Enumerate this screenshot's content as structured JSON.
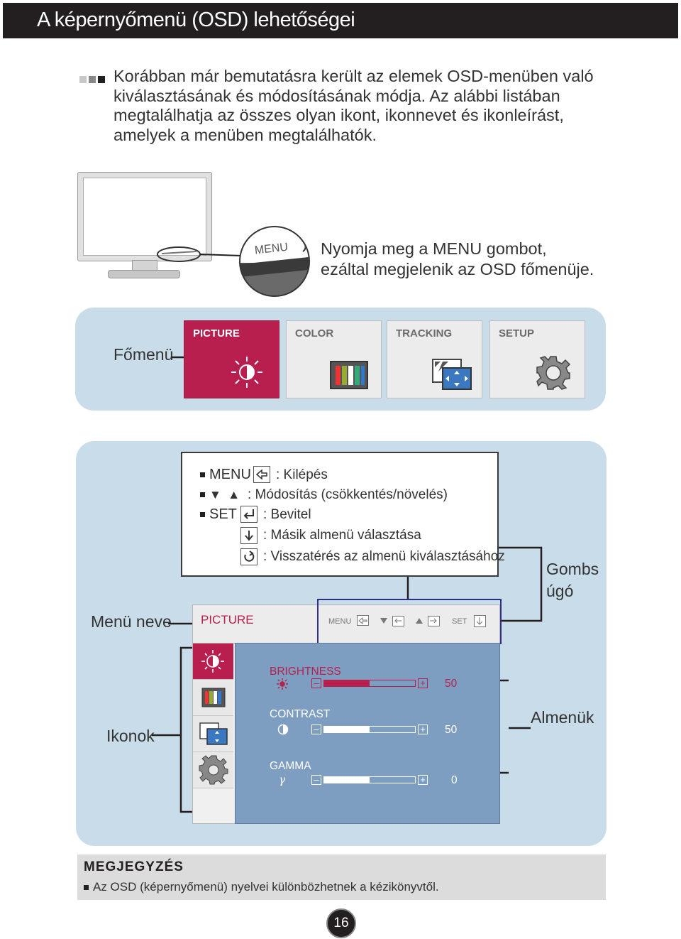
{
  "title": "A képernyőmenü (OSD) lehetőségei",
  "intro": "Korábban már bemutatásra került az elemek OSD-menüben való kiválasztásának és módosításának módja. Az alábbi listában megtalálhatja az összes olyan ikont, ikonnevet és ikonleírást, amelyek a menüben megtalálhatók.",
  "monitor": {
    "button_label": "MENU",
    "instruction_line1": "Nyomja meg a MENU gombot,",
    "instruction_line2": "ezáltal megjelenik az OSD főmenüje."
  },
  "main_menu": {
    "label": "Főmenü",
    "tabs": [
      {
        "label": "PICTURE",
        "icon": "brightness-icon",
        "active": true
      },
      {
        "label": "COLOR",
        "icon": "color-bars-icon",
        "active": false
      },
      {
        "label": "TRACKING",
        "icon": "tracking-icon",
        "active": false
      },
      {
        "label": "SETUP",
        "icon": "gear-icon",
        "active": false
      }
    ]
  },
  "legend": {
    "menu_key": "MENU",
    "menu_desc": ": Kilépés",
    "arrows_desc": ": Módosítás (csökkentés/növelés)",
    "set_key": "SET",
    "set_desc": ": Bevitel",
    "down_desc": ": Másik almenü választása",
    "return_desc": ": Visszatérés az almenü kiválasztásához"
  },
  "labels": {
    "button_guide_line1": "Gombs",
    "button_guide_line2": "úgó",
    "menu_name": "Menü neve",
    "icons": "Ikonok",
    "submenus": "Almenük"
  },
  "osd": {
    "menu_name": "PICTURE",
    "buttons": {
      "menu": "MENU",
      "set": "SET"
    },
    "sliders": [
      {
        "name": "BRIGHTNESS",
        "value": "50",
        "level": 0.5,
        "icon": "sun-icon",
        "active": true
      },
      {
        "name": "CONTRAST",
        "value": "50",
        "level": 0.5,
        "icon": "contrast-icon",
        "active": false
      },
      {
        "name": "GAMMA",
        "value": "0",
        "level": 0.5,
        "icon": "gamma-icon",
        "active": false
      }
    ],
    "gamma_symbol": "γ"
  },
  "note": {
    "title": "MEGJEGYZÉS",
    "text": "Az OSD (képernyőmenü) nyelvei különbözhetnek a kézikönyvtől."
  },
  "page_number": "16",
  "colors": {
    "accent": "#b81f4e",
    "panel": "#c9dce9",
    "osd_body": "#7d9dc1"
  }
}
